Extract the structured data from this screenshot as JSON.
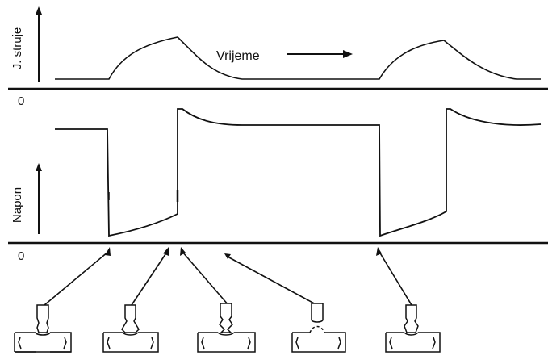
{
  "labels": {
    "current_axis": "J. struje",
    "voltage_axis": "Napon",
    "time_label": "Vrijeme",
    "zero_top": "0",
    "zero_bottom": "0"
  },
  "colors": {
    "line": "#111111",
    "background": "#ffffff"
  },
  "illustrations": [
    {
      "name": "stage-droplet-forming"
    },
    {
      "name": "stage-neck-forming"
    },
    {
      "name": "stage-short-circuit-bridge"
    },
    {
      "name": "stage-arc-reignited"
    },
    {
      "name": "stage-next-cycle"
    }
  ]
}
